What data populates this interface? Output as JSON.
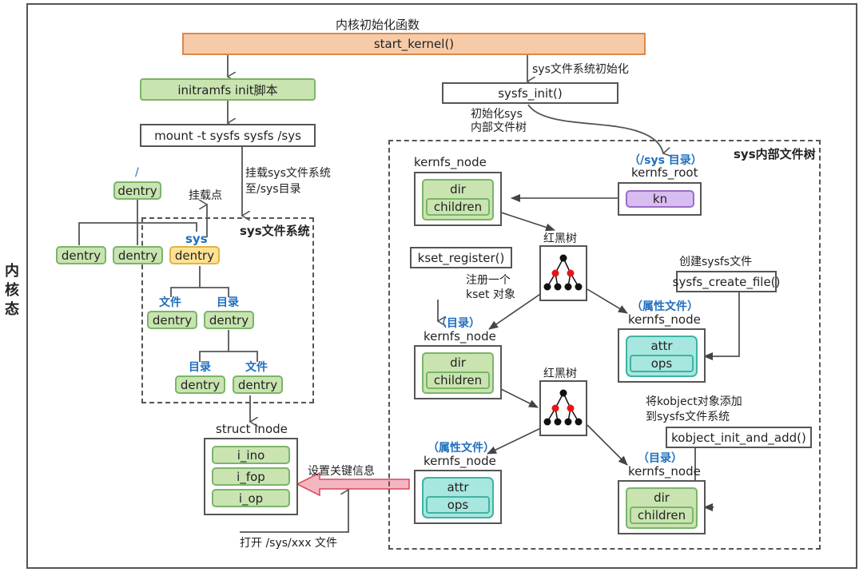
{
  "side_label": "内核态",
  "top": {
    "caption": "内核初始化函数",
    "start_kernel": "start_kernel()"
  },
  "left": {
    "initramfs": "initramfs init脚本",
    "mount": "mount -t sysfs sysfs /sys",
    "mount_note_1": "挂载sys文件系统",
    "mount_note_2": "至/sys目录",
    "mount_point": "挂载点",
    "root_slash": "/",
    "dentry": "dentry",
    "sys_label": "sys",
    "sysfs_title": "sys文件系统",
    "file_label": "文件",
    "dir_label": "目录",
    "inode_title": "struct inode",
    "inode_fields": [
      "i_ino",
      "i_fop",
      "i_op"
    ],
    "set_info": "设置关键信息",
    "open_file": "打开 /sys/xxx 文件"
  },
  "right": {
    "sysfs_init_note": "sys文件系统初始化",
    "sysfs_init": "sysfs_init()",
    "init_tree_1": "初始化sys",
    "init_tree_2": "内部文件树",
    "tree_title": "sys内部文件树",
    "kernfs_node": "kernfs_node",
    "kernfs_root": "kernfs_root",
    "sys_dir_tag": "（/sys 目录）",
    "kn": "kn",
    "dir": "dir",
    "children": "children",
    "attr": "attr",
    "ops": "ops",
    "rbtree": "红黑树",
    "kset_register": "kset_register()",
    "kset_note_1": "注册一个",
    "kset_note_2": "kset 对象",
    "dir_tag": "（目录）",
    "attr_tag": "（属性文件）",
    "create_file_note": "创建sysfs文件",
    "create_file": "sysfs_create_file()",
    "kobject_note_1": "将kobject对象添加",
    "kobject_note_2": "到sysfs文件系统",
    "kobject_add": "kobject_init_and_add()"
  },
  "colors": {
    "start_kernel": "#f8cba8",
    "green_node": "#c9e4b0",
    "sys_dentry": "#fde293",
    "kn": "#d8bdf0",
    "attr_node": "#a7e7df",
    "blue_label": "#1f6fbf",
    "rb_red": "#e8141a",
    "set_arrow": "#f4b6c0"
  }
}
